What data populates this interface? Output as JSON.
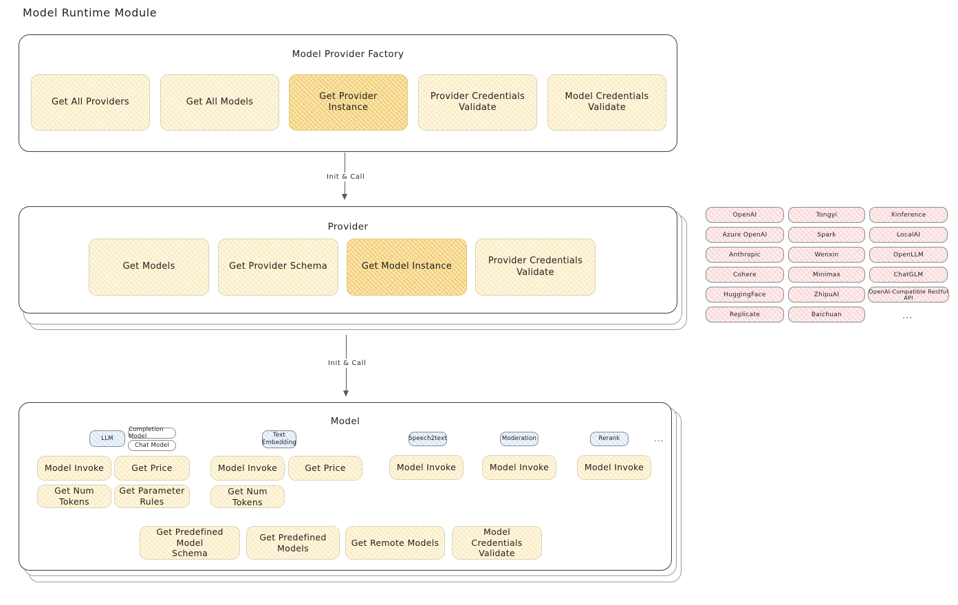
{
  "page": {
    "title": "Model Runtime Module"
  },
  "factory": {
    "title": "Model Provider Factory",
    "items": [
      {
        "label": "Get All Providers",
        "highlighted": false
      },
      {
        "label": "Get All Models",
        "highlighted": false
      },
      {
        "label": "Get Provider\nInstance",
        "highlighted": true
      },
      {
        "label": "Provider Credentials\nValidate",
        "highlighted": false
      },
      {
        "label": "Model Credentials\nValidate",
        "highlighted": false
      }
    ]
  },
  "arrow1": {
    "label": "Init & Call"
  },
  "provider": {
    "title": "Provider",
    "items": [
      {
        "label": "Get Models",
        "highlighted": false
      },
      {
        "label": "Get Provider Schema",
        "highlighted": false
      },
      {
        "label": "Get Model Instance",
        "highlighted": true
      },
      {
        "label": "Provider Credentials\nValidate",
        "highlighted": false
      }
    ]
  },
  "arrow2": {
    "label": "Init & Call"
  },
  "provider_list": {
    "column1": [
      "OpenAI",
      "Azure OpenAI",
      "Anthropic",
      "Cohere",
      "HuggingFace",
      "Replicate"
    ],
    "column2": [
      "Tongyi",
      "Spark",
      "Wenxin",
      "Minimax",
      "ZhipuAI",
      "Baichuan"
    ],
    "column3": [
      "Xinference",
      "LocalAI",
      "OpenLLM",
      "ChatGLM",
      "OpenAI-Compatible Restful API"
    ],
    "more": "..."
  },
  "model": {
    "title": "Model",
    "types": [
      {
        "name": "LLM",
        "subtypes": [
          "Completion Model",
          "Chat Model"
        ]
      },
      {
        "name": "Text\nEmbedding",
        "subtypes": []
      },
      {
        "name": "Speech2text",
        "subtypes": []
      },
      {
        "name": "Moderation",
        "subtypes": []
      },
      {
        "name": "Rerank",
        "subtypes": []
      }
    ],
    "more": "...",
    "columns": [
      {
        "rows": [
          {
            "label": "Model Invoke",
            "highlighted": true
          },
          {
            "label": "Get Price",
            "highlighted": false
          },
          {
            "label": "Get Num Tokens",
            "highlighted": false
          },
          {
            "label": "Get Parameter\nRules",
            "highlighted": false
          }
        ]
      },
      {
        "rows": [
          {
            "label": "Model Invoke",
            "highlighted": true
          },
          {
            "label": "Get Price",
            "highlighted": false
          },
          {
            "label": "Get Num Tokens",
            "highlighted": false
          }
        ]
      },
      {
        "rows": [
          {
            "label": "Model Invoke",
            "highlighted": true
          }
        ]
      },
      {
        "rows": [
          {
            "label": "Model Invoke",
            "highlighted": true
          }
        ]
      },
      {
        "rows": [
          {
            "label": "Model Invoke",
            "highlighted": true
          }
        ]
      }
    ],
    "common_ops": [
      {
        "label": "Get Predefined Model\nSchema"
      },
      {
        "label": "Get Predefined\nModels"
      },
      {
        "label": "Get Remote Models"
      },
      {
        "label": "Model Credentials\nValidate"
      }
    ]
  },
  "colors": {
    "highlight_fill": "#fbe6b0",
    "box_fill": "#fdf6e0",
    "provider_chip_fill": "#fdeeee",
    "model_type_chip_fill": "#eef5fc",
    "stroke": "#3b3b3b"
  }
}
